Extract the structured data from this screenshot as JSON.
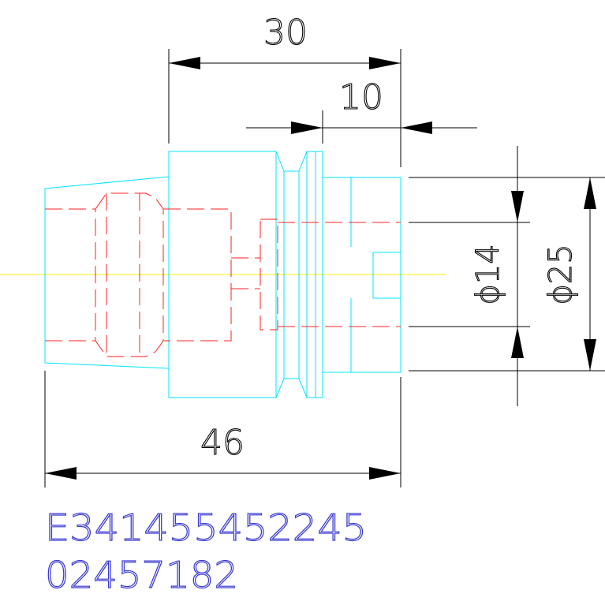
{
  "dimensions": {
    "top_length": "30",
    "flange_length": "10",
    "total_length": "46",
    "inner_diameter": "ϕ14",
    "outer_diameter": "ϕ25"
  },
  "part_codes": {
    "line1": "E341455452245",
    "line2": "02457182"
  },
  "colors": {
    "outline": "#00e5ff",
    "hidden": "#ff2020",
    "centerline": "#f2f200",
    "dimension": "#000000",
    "code_text": "#3a3ad0"
  }
}
